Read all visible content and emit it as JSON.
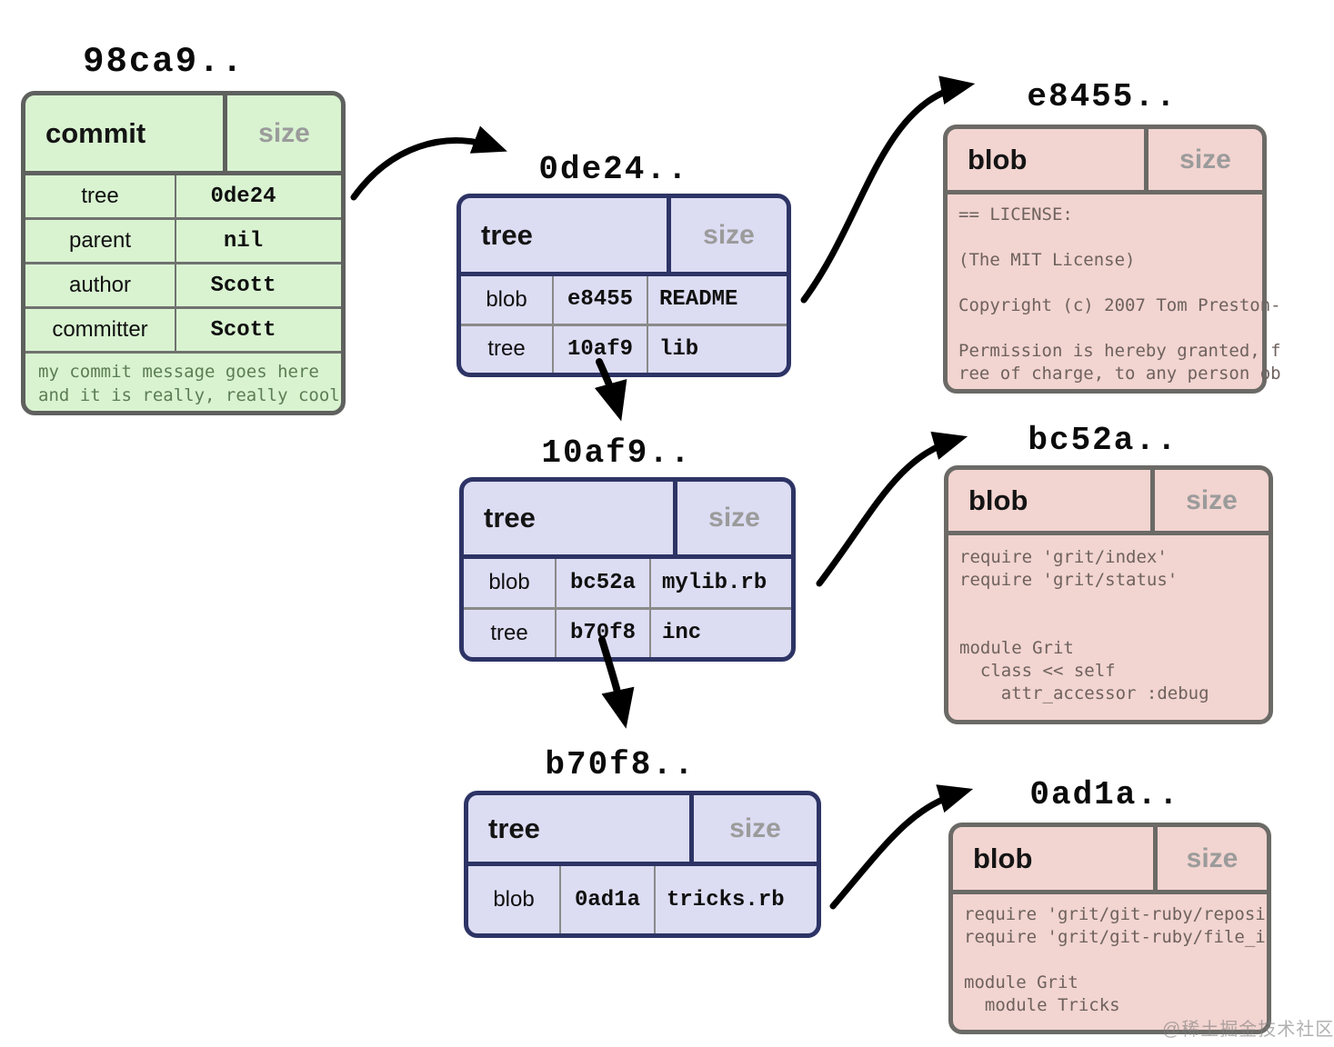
{
  "commit": {
    "id": "98ca9..",
    "type_label": "commit",
    "size_label": "size",
    "fields": [
      {
        "name": "tree",
        "value": "0de24"
      },
      {
        "name": "parent",
        "value": "nil"
      },
      {
        "name": "author",
        "value": "Scott"
      },
      {
        "name": "committer",
        "value": "Scott"
      }
    ],
    "message_line1": "my commit message goes here",
    "message_line2": "and it is really, really cool"
  },
  "trees": [
    {
      "id": "0de24..",
      "type_label": "tree",
      "size_label": "size",
      "entries": [
        {
          "type": "blob",
          "hash": "e8455",
          "name": "README"
        },
        {
          "type": "tree",
          "hash": "10af9",
          "name": "lib"
        }
      ]
    },
    {
      "id": "10af9..",
      "type_label": "tree",
      "size_label": "size",
      "entries": [
        {
          "type": "blob",
          "hash": "bc52a",
          "name": "mylib.rb"
        },
        {
          "type": "tree",
          "hash": "b70f8",
          "name": "inc"
        }
      ]
    },
    {
      "id": "b70f8..",
      "type_label": "tree",
      "size_label": "size",
      "entries": [
        {
          "type": "blob",
          "hash": "0ad1a",
          "name": "tricks.rb"
        }
      ]
    }
  ],
  "blobs": [
    {
      "id": "e8455..",
      "type_label": "blob",
      "size_label": "size",
      "content_lines": [
        "== LICENSE:",
        "",
        "(The MIT License)",
        "",
        "Copyright (c) 2007 Tom Preston-",
        "",
        "Permission is hereby granted, f",
        "ree of charge, to any person ob"
      ]
    },
    {
      "id": "bc52a..",
      "type_label": "blob",
      "size_label": "size",
      "content_lines": [
        "require 'grit/index'",
        "require 'grit/status'",
        "",
        "",
        "module Grit",
        "  class << self",
        "    attr_accessor :debug"
      ]
    },
    {
      "id": "0ad1a..",
      "type_label": "blob",
      "size_label": "size",
      "content_lines": [
        "require 'grit/git-ruby/reposi",
        "require 'grit/git-ruby/file_i",
        "",
        "module Grit",
        "  module Tricks"
      ]
    }
  ],
  "watermark": "@稀土掘金技术社区",
  "colors": {
    "commit_fill": "#d9f3d1",
    "commit_border": "#5f615e",
    "tree_fill": "#dcdcf3",
    "tree_border": "#2d3465",
    "blob_fill": "#f2d4d0",
    "blob_border": "#6b6a66",
    "size_text": "#9b9b9b",
    "arrow": "#000000"
  }
}
